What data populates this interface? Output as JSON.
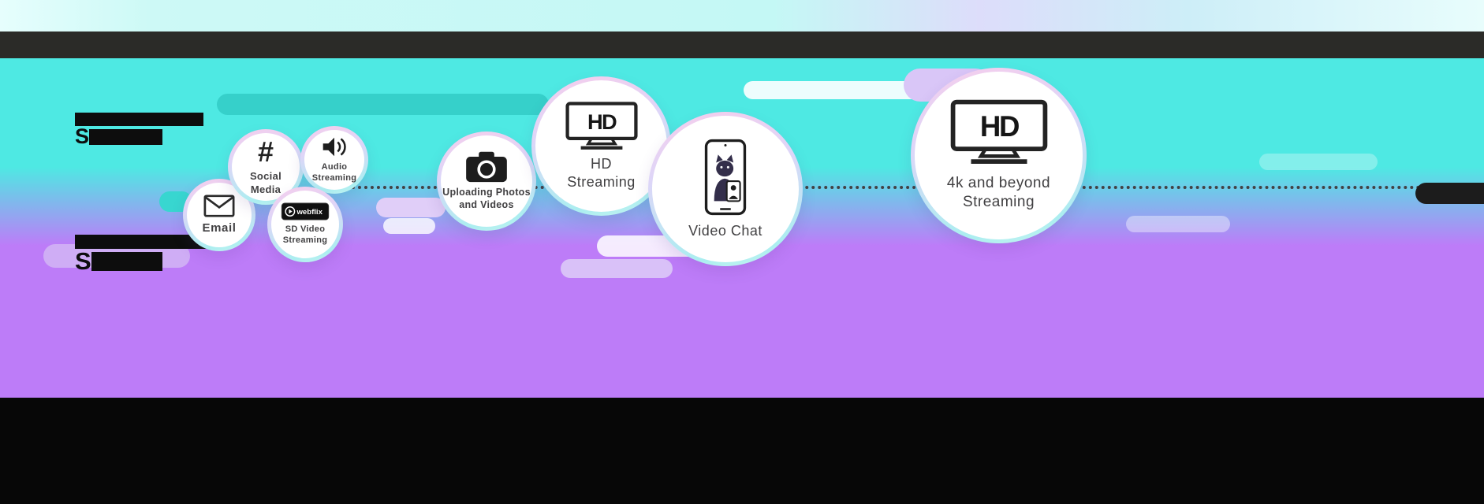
{
  "scene": {
    "description": "Internet bandwidth activities bubble infographic",
    "visible_letter_upper": "S",
    "visible_letter_lower": "S"
  },
  "bubbles": [
    {
      "id": "email",
      "label": "Email"
    },
    {
      "id": "social-media",
      "label": "Social\nMedia"
    },
    {
      "id": "audio-streaming",
      "label": "Audio\nStreaming"
    },
    {
      "id": "sd-video-streaming",
      "label": "SD Video\nStreaming"
    },
    {
      "id": "uploading-photos",
      "label": "Uploading Photos\nand Videos"
    },
    {
      "id": "hd-streaming",
      "label": "HD\nStreaming"
    },
    {
      "id": "video-chat",
      "label": "Video Chat"
    },
    {
      "id": "4k-streaming",
      "label": "4k and beyond\nStreaming"
    }
  ],
  "icons": {
    "hashtag_glyph": "#",
    "hd_text": "HD",
    "webflix_text": "webflix"
  },
  "colors": {
    "cyan_bg": "#4ee9e3",
    "purple_bg": "#bd7cf8",
    "top_bar": "#2b2b28",
    "footer_bar": "#070707",
    "label_text": "#414042",
    "teal_pill": "#36d0ca",
    "lavender_pill": "#d9c6f7"
  }
}
